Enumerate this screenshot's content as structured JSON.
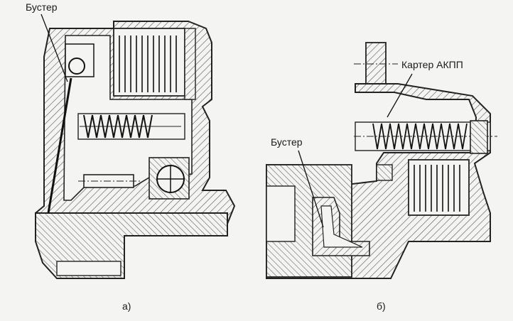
{
  "figure_a": {
    "label_booster": "Бустер",
    "caption": "а)"
  },
  "figure_b": {
    "label_housing": "Картер АКПП",
    "label_booster": "Бустер",
    "caption": "б)"
  }
}
